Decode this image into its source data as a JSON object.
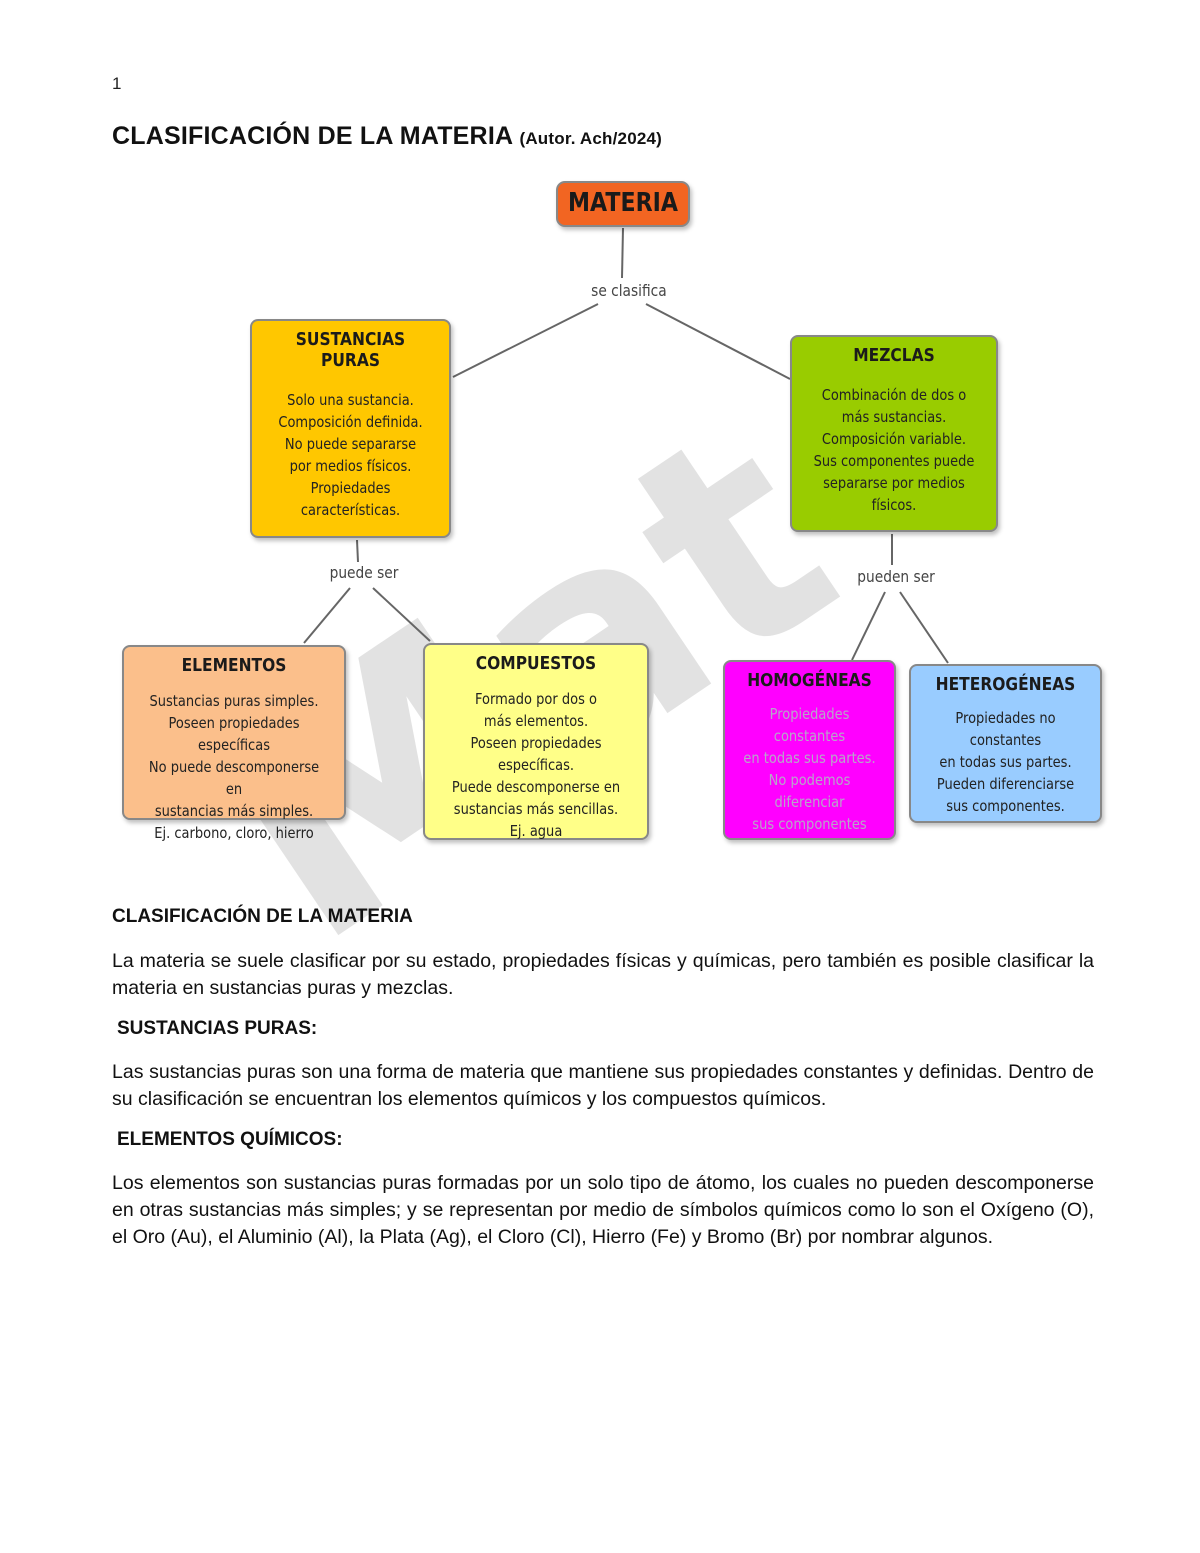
{
  "page": {
    "number": "1"
  },
  "header": {
    "title": "CLASIFICACIÓN DE LA MATERIA",
    "author": "(Autor. Ach/2024)"
  },
  "watermark": "Mat",
  "diagram": {
    "line_color": "#666666",
    "root": {
      "title": "MATERIA",
      "color": "#f26522"
    },
    "link_labels": {
      "se_clasifica": "se clasifica",
      "puede_ser": "puede ser",
      "pueden_ser": "pueden ser"
    },
    "nodes": {
      "sustancias_puras": {
        "title": "SUSTANCIAS PURAS",
        "color": "#ffc700",
        "lines": [
          "Solo una sustancia.",
          "Composición definida.",
          "No puede separarse",
          "por medios físicos.",
          "Propiedades características."
        ]
      },
      "mezclas": {
        "title": "MEZCLAS",
        "color": "#99cc00",
        "lines": [
          "Combinación de dos o",
          "más sustancias.",
          "Composición variable.",
          "Sus componentes puede",
          "separarse por medios físicos."
        ]
      },
      "elementos": {
        "title": "ELEMENTOS",
        "color": "#fbbf8b",
        "lines": [
          "Sustancias puras simples.",
          "Poseen propiedades específicas",
          "No puede descomponerse en",
          "sustancias más simples.",
          "Ej. carbono, cloro, hierro"
        ]
      },
      "compuestos": {
        "title": "COMPUESTOS",
        "color": "#ffff88",
        "lines": [
          "Formado por dos o",
          "más elementos.",
          "Poseen propiedades específicas.",
          "Puede descomponerse en",
          "sustancias más sencillas.",
          "Ej. agua"
        ]
      },
      "homogeneas": {
        "title": "HOMOGÉNEAS",
        "color": "#ff00ff",
        "lines": [
          "Propiedades constantes",
          "en todas sus partes.",
          "No podemos diferenciar",
          "sus componentes"
        ]
      },
      "heterogeneas": {
        "title": "HETEROGÉNEAS",
        "color": "#99ccff",
        "lines": [
          "Propiedades no constantes",
          "en todas sus partes.",
          "Pueden diferenciarse",
          "sus componentes."
        ]
      }
    }
  },
  "body": {
    "s1_title": "CLASIFICACIÓN DE LA MATERIA",
    "s1_text": "La materia se suele clasificar por su estado, propiedades físicas y químicas, pero también es posible clasificar la materia en sustancias puras y mezclas.",
    "s2_title": "SUSTANCIAS PURAS:",
    "s2_text": "Las sustancias puras son una forma de materia que mantiene sus propiedades constantes y definidas. Dentro de su clasificación se encuentran los elementos químicos y los compuestos químicos.",
    "s3_title": "ELEMENTOS QUÍMICOS:",
    "s3_text": "Los elementos son sustancias puras formadas por un solo tipo de átomo,  los cuales no pueden descomponerse en otras sustancias más simples; y se representan por medio de símbolos químicos como lo son el Oxígeno (O), el Oro (Au), el Aluminio (Al), la Plata (Ag), el Cloro (Cl), Hierro (Fe) y Bromo (Br) por nombrar algunos."
  }
}
